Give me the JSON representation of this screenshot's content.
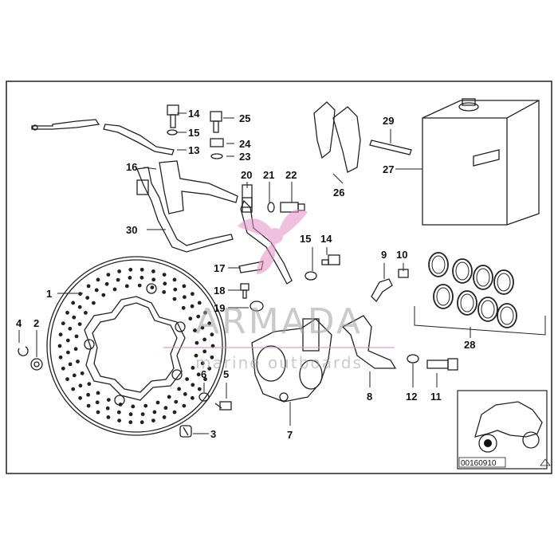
{
  "diagram": {
    "labels": [
      {
        "id": "1",
        "text": "1"
      },
      {
        "id": "2",
        "text": "2"
      },
      {
        "id": "3",
        "text": "3"
      },
      {
        "id": "4",
        "text": "4"
      },
      {
        "id": "5",
        "text": "5"
      },
      {
        "id": "6",
        "text": "6"
      },
      {
        "id": "7",
        "text": "7"
      },
      {
        "id": "8",
        "text": "8"
      },
      {
        "id": "9",
        "text": "9"
      },
      {
        "id": "10",
        "text": "10"
      },
      {
        "id": "11",
        "text": "11"
      },
      {
        "id": "12",
        "text": "12"
      },
      {
        "id": "13",
        "text": "13"
      },
      {
        "id": "14a",
        "text": "14"
      },
      {
        "id": "14b",
        "text": "14"
      },
      {
        "id": "15a",
        "text": "15"
      },
      {
        "id": "15b",
        "text": "15"
      },
      {
        "id": "16",
        "text": "16"
      },
      {
        "id": "17",
        "text": "17"
      },
      {
        "id": "18",
        "text": "18"
      },
      {
        "id": "19",
        "text": "19"
      },
      {
        "id": "20",
        "text": "20"
      },
      {
        "id": "21",
        "text": "21"
      },
      {
        "id": "22",
        "text": "22"
      },
      {
        "id": "23",
        "text": "23"
      },
      {
        "id": "24",
        "text": "24"
      },
      {
        "id": "25",
        "text": "25"
      },
      {
        "id": "26",
        "text": "26"
      },
      {
        "id": "27",
        "text": "27"
      },
      {
        "id": "28",
        "text": "28"
      },
      {
        "id": "29",
        "text": "29"
      },
      {
        "id": "30",
        "text": "30"
      }
    ],
    "diagram_code": "00160910",
    "watermark": {
      "brand": "ARMADA",
      "tagline": "marine outboards"
    }
  }
}
